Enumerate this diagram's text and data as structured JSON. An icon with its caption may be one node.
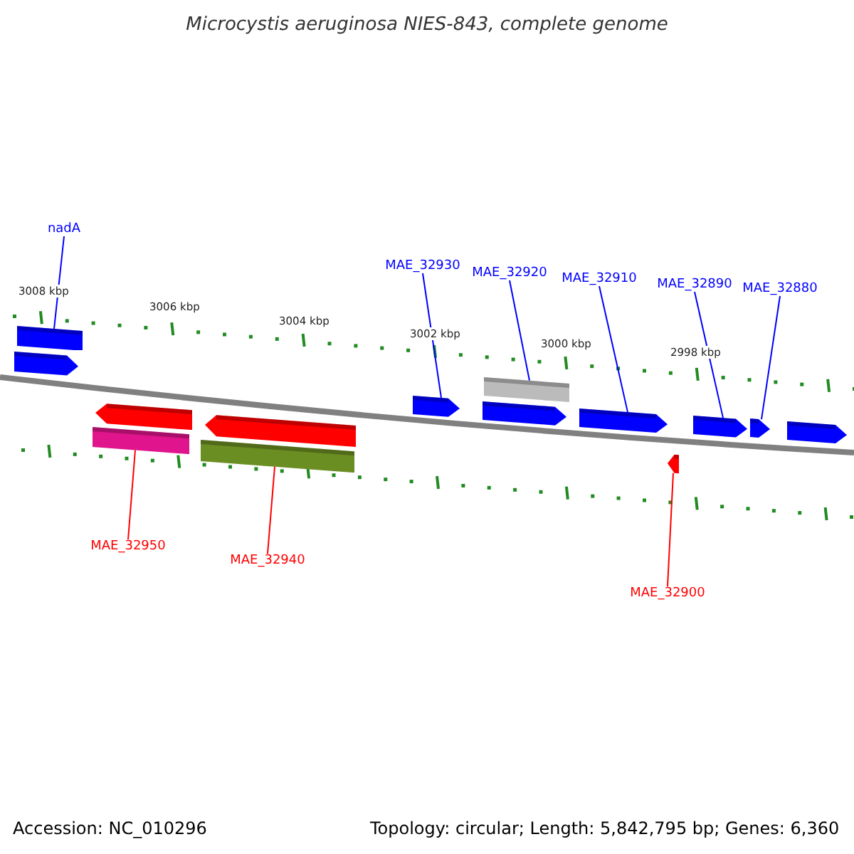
{
  "diagram": {
    "title": "Microcystis aeruginosa NIES-843, complete genome",
    "nodes": [
      {
        "text": [
          "nadA"
        ]
      },
      {
        "text": [
          "MAE_32930"
        ]
      },
      {
        "text": [
          "MAE_32920"
        ]
      },
      {
        "text": [
          "MAE_32910"
        ]
      },
      {
        "text": [
          "MAE_32890"
        ]
      },
      {
        "text": [
          "MAE_32880"
        ]
      },
      {
        "text": [
          "MAE_32950"
        ]
      },
      {
        "text": [
          "MAE_32940"
        ]
      },
      {
        "text": [
          "MAE_32900"
        ]
      },
      {
        "text": [],
        "shape": "bar"
      },
      {
        "text": [],
        "shape": "arrow"
      },
      {
        "text": [],
        "shape": "arrow"
      },
      {
        "text": [],
        "shape": "bar"
      },
      {
        "text": [],
        "shape": "arrow"
      },
      {
        "text": [],
        "shape": "bar"
      },
      {
        "text": [],
        "shape": "arrow"
      },
      {
        "text": [],
        "shape": "bar"
      },
      {
        "text": [],
        "shape": "arrow"
      },
      {
        "text": [],
        "shape": "arrow"
      },
      {
        "text": [],
        "shape": "arrow"
      },
      {
        "text": [],
        "shape": "arrow"
      },
      {
        "text": [],
        "shape": "arrow"
      },
      {
        "text": [],
        "shape": "arrow"
      }
    ],
    "edges": [
      {
        "from": 0,
        "to": 9,
        "arrow": "none"
      },
      {
        "from": 1,
        "to": 15,
        "arrow": "none"
      },
      {
        "from": 2,
        "to": 16,
        "arrow": "none"
      },
      {
        "from": 3,
        "to": 18,
        "arrow": "none"
      },
      {
        "from": 4,
        "to": 20,
        "arrow": "none"
      },
      {
        "from": 5,
        "to": 21,
        "arrow": "none"
      },
      {
        "from": 6,
        "to": 12,
        "arrow": "none",
        "color": "#ff0000"
      },
      {
        "from": 7,
        "to": 14,
        "arrow": "none",
        "color": "#ff0000"
      },
      {
        "from": 8,
        "to": 19,
        "arrow": "none",
        "color": "#ff0000"
      }
    ],
    "labels": [
      "3008 kbp",
      "3006 kbp",
      "3004 kbp",
      "3002 kbp",
      "3000 kbp",
      "2998 kbp",
      "Accession: NC_010296",
      "Topology: circular; Length: 5,842,795 bp; Genes: 6,360"
    ]
  }
}
